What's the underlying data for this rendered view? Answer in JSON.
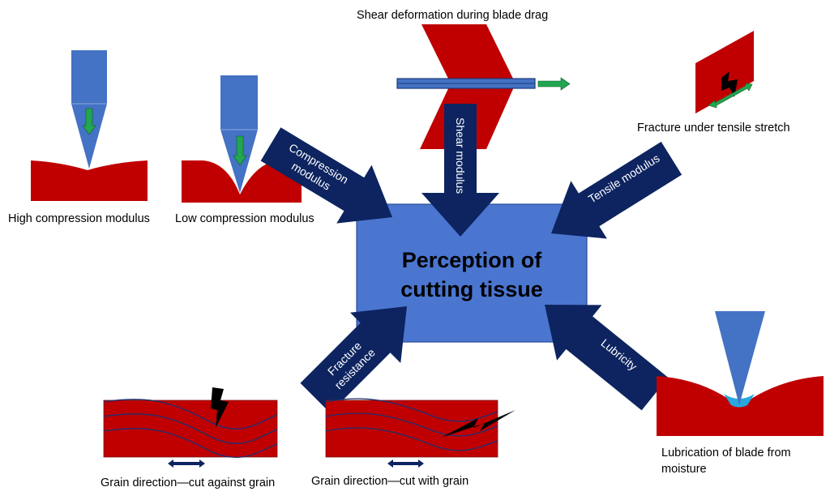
{
  "center": {
    "line1": "Perception of",
    "line2": "cutting tissue"
  },
  "captions": {
    "high_compression": "High compression modulus",
    "low_compression": "Low compression modulus",
    "shear": "Shear deformation during blade drag",
    "tensile": "Fracture under tensile stretch",
    "lubrication_line1": "Lubrication of blade from",
    "lubrication_line2": "moisture",
    "grain_against": "Grain direction—cut against grain",
    "grain_with": "Grain direction—cut with grain"
  },
  "arrow_labels": {
    "compression_line1": "Compression",
    "compression_line2": "modulus",
    "shear": "Shear modulus",
    "tensile": "Tensile modulus",
    "fracture_line1": "Fracture",
    "fracture_line2": "resistance",
    "lubricity": "Lubricity"
  },
  "colors": {
    "tissue_red": "#c00000",
    "blade_blue": "#4472c4",
    "arrow_navy": "#0d2460",
    "green_arrow": "#22a650",
    "box_fill": "#4a76d0",
    "moisture_blue": "#29a8e0"
  },
  "icons": {
    "fracture": "lightning-bolt",
    "grain_direction": "double-arrow"
  }
}
